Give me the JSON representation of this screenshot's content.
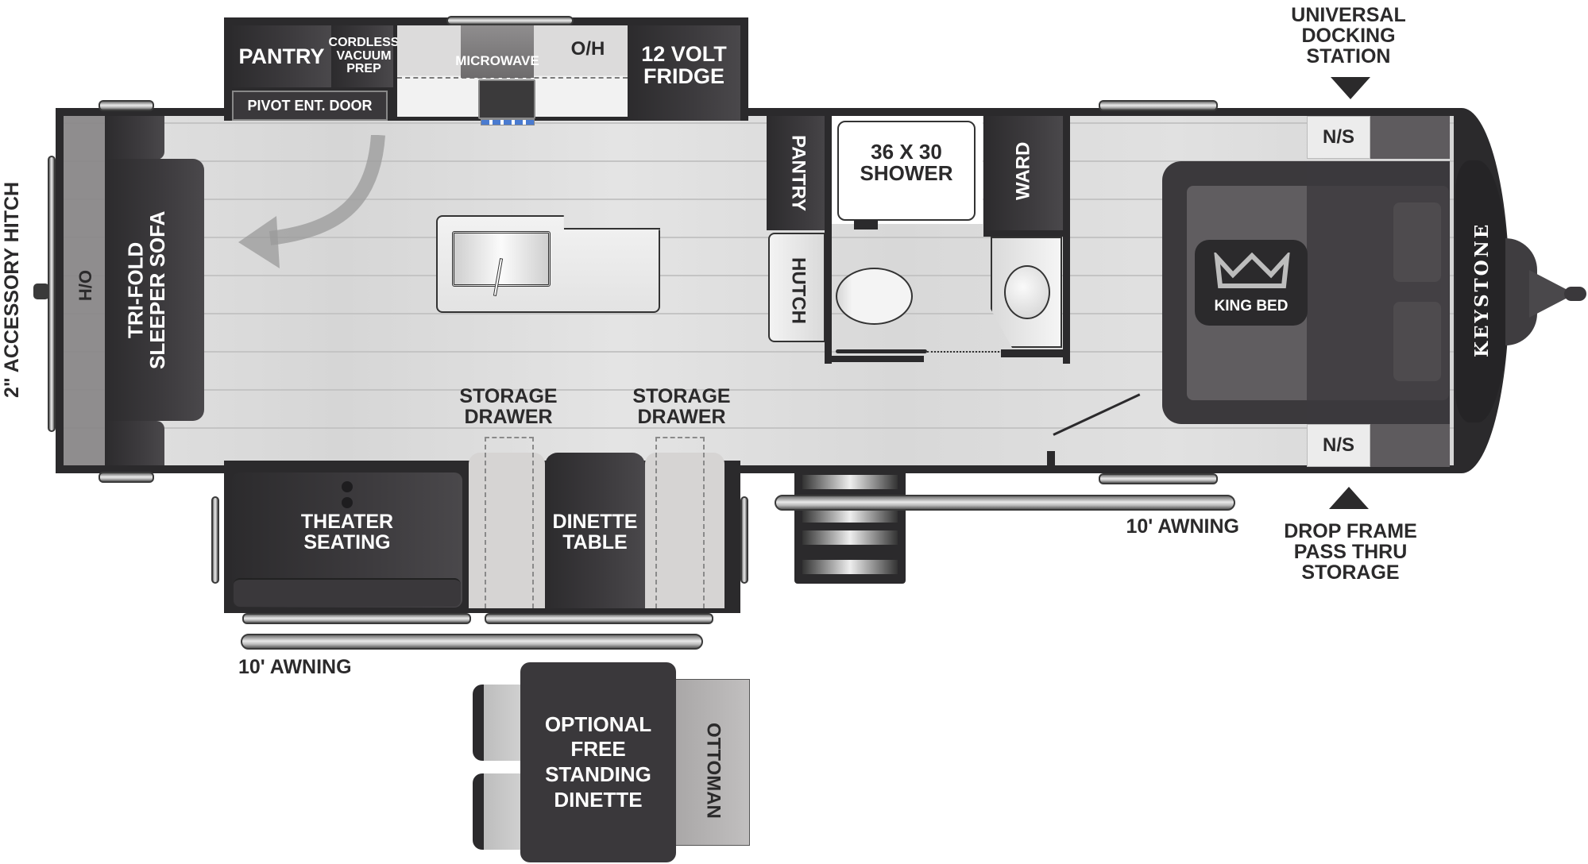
{
  "floorplan": {
    "brand": "KEYSTONE",
    "colors": {
      "wall": "#2b2a2c",
      "cabinet_dark": "#3a383b",
      "floor": "#dcdcdc",
      "light_fixture": "#f1f1f1",
      "label_dark": "#2b2a2b",
      "label_light": "#ffffff"
    },
    "exterior_labels": {
      "accessory_hitch": "2\" ACCESSORY HITCH",
      "universal_docking": "UNIVERSAL\nDOCKING\nSTATION",
      "drop_frame": "DROP FRAME\nPASS THRU\nSTORAGE",
      "awning_right": "10' AWNING",
      "awning_left": "10' AWNING"
    },
    "rear": {
      "overhead": "O/H",
      "sofa": "TRI-FOLD\nSLEEPER SOFA"
    },
    "kitchen_slide": {
      "pantry": "PANTRY",
      "cordless_vacuum": "CORDLESS\nVACUUM\nPREP",
      "pivot_door": "PIVOT ENT. DOOR",
      "microwave": "MICROWAVE",
      "overhead": "O/H",
      "fridge": "12 VOLT\nFRIDGE"
    },
    "living_slide": {
      "theater_seating": "THEATER\nSEATING",
      "dinette_table": "DINETTE\nTABLE",
      "storage_drawer_1": "STORAGE\nDRAWER",
      "storage_drawer_2": "STORAGE\nDRAWER"
    },
    "bath": {
      "pantry": "PANTRY",
      "hutch": "HUTCH",
      "shower": "36 X 30\nSHOWER",
      "wardrobe": "WARD"
    },
    "bedroom": {
      "bed": "KING BED",
      "nightstand_top": "N/S",
      "nightstand_bottom": "N/S"
    },
    "optional": {
      "dinette": "OPTIONAL\nFREE\nSTANDING\nDINETTE",
      "ottoman": "OTTOMAN"
    }
  }
}
